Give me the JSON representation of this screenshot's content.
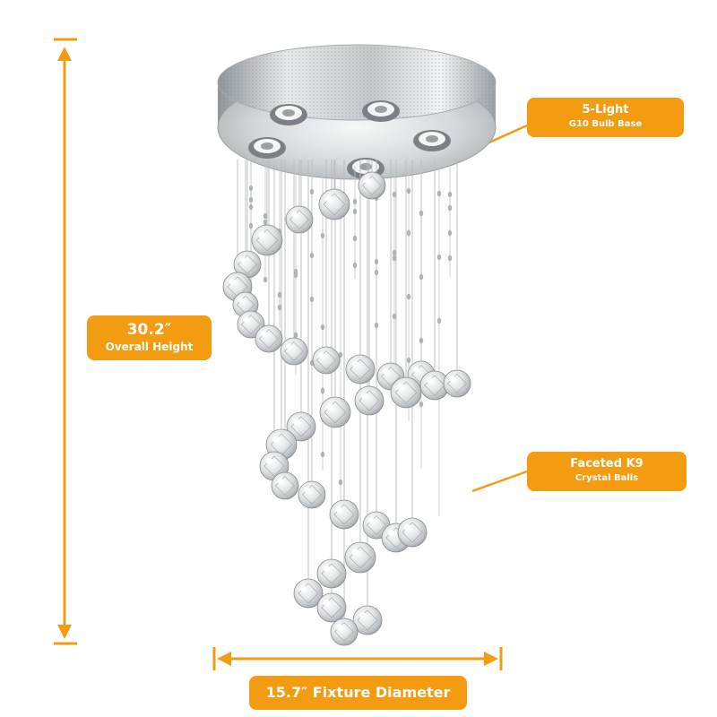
{
  "callouts": {
    "height": {
      "value": "30.2″",
      "label": "Overall Height"
    },
    "base": {
      "value": "5-Light",
      "label": "G10 Bulb Base"
    },
    "crystal": {
      "value": "Faceted K9",
      "label": "Crystal Balls"
    },
    "diameter": {
      "label": "15.7″ Fixture Diameter"
    }
  },
  "colors": {
    "accent": "#f39c12",
    "text_on_accent": "#ffffff",
    "chrome": "#d7d9db",
    "crystal": "#e6e8ea"
  },
  "icons": {
    "height_arrow": "vertical-dimension-arrow-icon",
    "diameter_arrow": "horizontal-dimension-arrow-icon"
  }
}
